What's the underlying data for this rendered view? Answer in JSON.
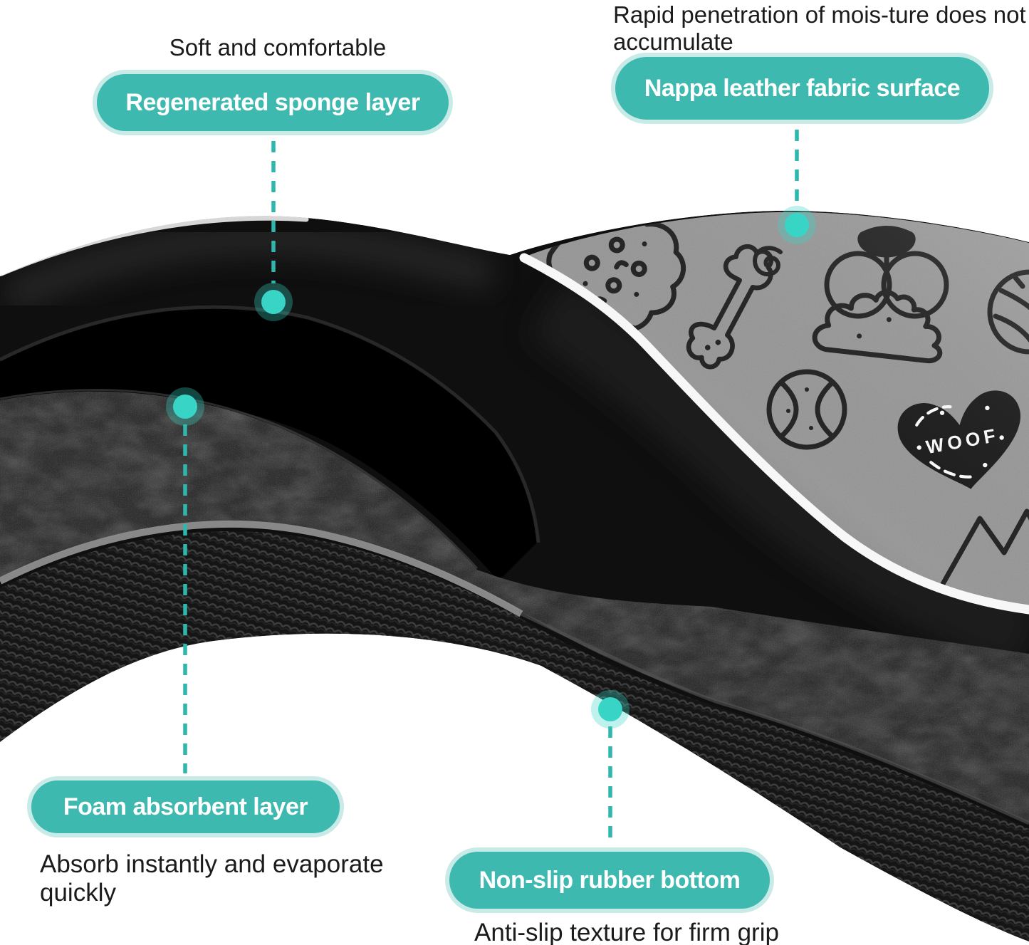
{
  "labels": {
    "sponge": {
      "note": "Soft and comfortable",
      "pill": "Regenerated sponge layer"
    },
    "fabric": {
      "note": "Rapid penetration of mois-ture does not accumulate",
      "pill": "Nappa leather fabric surface"
    },
    "foam": {
      "pill": "Foam absorbent layer",
      "note": "Absorb instantly and evaporate quickly"
    },
    "rubber": {
      "pill": "Non-slip rubber bottom",
      "note": "Anti-slip texture for firm grip"
    }
  },
  "artwork": {
    "heart_text": "WOOF",
    "surface_doodles": [
      "pizza",
      "bone",
      "dog-face",
      "swirl",
      "poop",
      "tennis-ball",
      "heart-woof",
      "yarn-ball",
      "mountains"
    ]
  },
  "colors": {
    "pill_bg": "#3eb9b0",
    "pill_border": "#c9ebe8",
    "pill_text": "#ffffff",
    "note_text": "#1b1b1b",
    "callout_dash": "#2fb7ad",
    "callout_dot": "#38d5c7",
    "fabric_gray": "#999999",
    "background": "#ffffff"
  }
}
